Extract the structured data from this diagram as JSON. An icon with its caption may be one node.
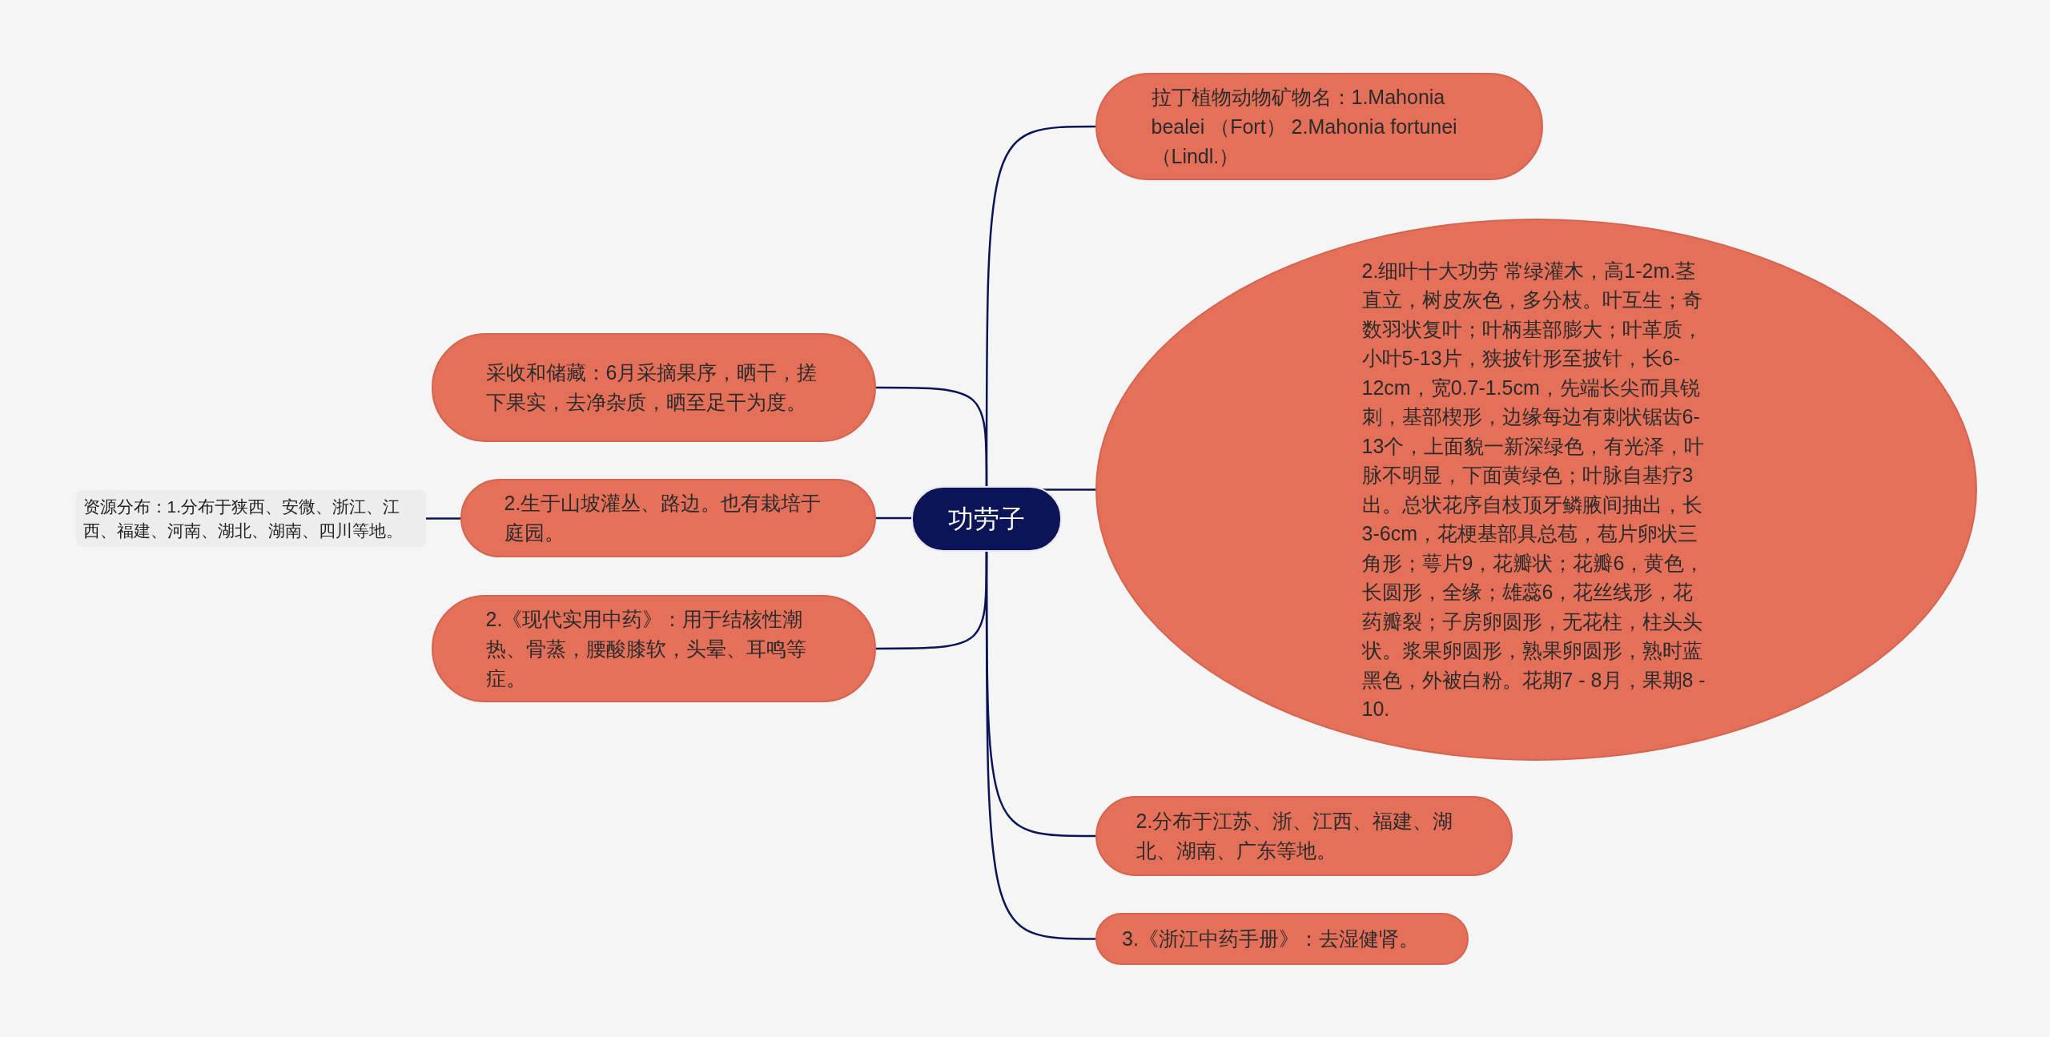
{
  "diagram": {
    "nodes": [
      {
        "text": [
          "功劳子"
        ]
      },
      {
        "text": [
          "拉丁植物动物矿物名：1.Mahonia bealei （Fort） 2.Mahonia fortunei （Lindl.）"
        ]
      },
      {
        "text": [
          "2.细叶十大功劳 常绿灌木，高1-2m.茎直立，树皮灰色，多分枝。叶互生；奇数羽状复叶；叶柄基部膨大；叶革质，小叶5-13片，狭披针形至披针，长6-12cm，宽0.7-1.5cm，先端长尖而具锐刺，基部楔形，边缘每边有刺状锯齿6-13个，上面貌一新深绿色，有光泽，叶脉不明显，下面黄绿色；叶脉自基疗3出。总状花序自枝顶牙鳞腋间抽出，长3-6cm，花梗基部具总苞，苞片卵状三角形；萼片9，花瓣状；花瓣6，黄色，长圆形，全缘；雄蕊6，花丝线形，花药瓣裂；子房卵圆形，无花柱，柱头头状。浆果卵圆形，熟果卵圆形，熟时蓝黑色，外被白粉。花期7 - 8月，果期8 - 10."
        ]
      },
      {
        "text": [
          "2.分布于江苏、浙、江西、福建、湖北、湖南、广东等地。"
        ]
      },
      {
        "text": [
          "3.《浙江中药手册》：去湿健肾。"
        ]
      },
      {
        "text": [
          "采收和储藏：6月采摘果序，晒干，搓下果实，去净杂质，晒至足干为度。"
        ]
      },
      {
        "text": [
          "2.生于山坡灌丛、路边。也有栽培于庭园。"
        ]
      },
      {
        "text": [
          "2.《现代实用中药》：用于结核性潮热、骨蒸，腰酸膝软，头晕、耳鸣等症。"
        ]
      },
      {
        "text": [
          "资源分布：1.分布于狭西、安微、浙江、江西、福建、河南、湖北、湖南、四川等地。"
        ]
      }
    ],
    "edges": [
      {
        "from": 0,
        "to": 1,
        "arrow": "none"
      },
      {
        "from": 0,
        "to": 2,
        "arrow": "none"
      },
      {
        "from": 0,
        "to": 3,
        "arrow": "none"
      },
      {
        "from": 0,
        "to": 4,
        "arrow": "none"
      },
      {
        "from": 0,
        "to": 5,
        "arrow": "none"
      },
      {
        "from": 0,
        "to": 6,
        "arrow": "none"
      },
      {
        "from": 0,
        "to": 7,
        "arrow": "none"
      },
      {
        "from": 6,
        "to": 8,
        "arrow": "none"
      }
    ]
  }
}
